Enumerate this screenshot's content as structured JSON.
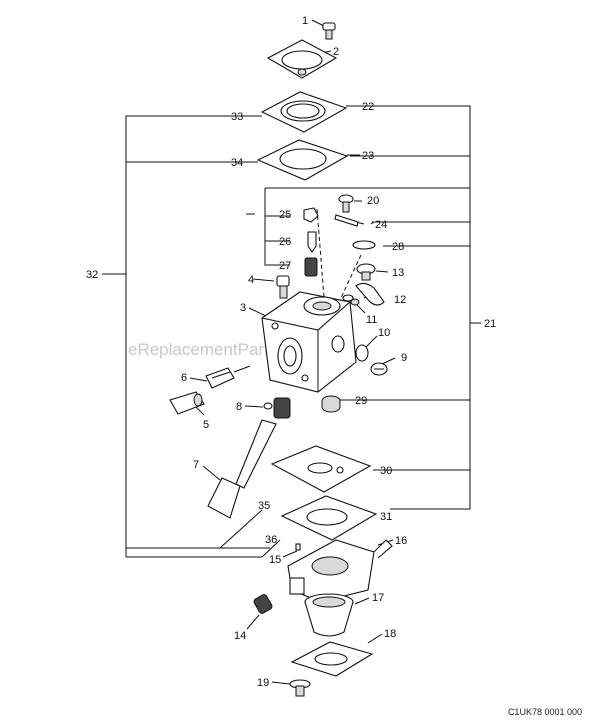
{
  "figure_code": "C1UK78 0001 000",
  "watermark": "eReplacementParts.com",
  "callouts": [
    {
      "id": "1",
      "label": "1"
    },
    {
      "id": "2",
      "label": "2"
    },
    {
      "id": "3",
      "label": "3"
    },
    {
      "id": "4",
      "label": "4"
    },
    {
      "id": "5",
      "label": "5"
    },
    {
      "id": "6",
      "label": "6"
    },
    {
      "id": "7",
      "label": "7"
    },
    {
      "id": "8",
      "label": "8"
    },
    {
      "id": "9",
      "label": "9"
    },
    {
      "id": "10",
      "label": "10"
    },
    {
      "id": "11",
      "label": "11"
    },
    {
      "id": "12",
      "label": "12"
    },
    {
      "id": "13",
      "label": "13"
    },
    {
      "id": "14",
      "label": "14"
    },
    {
      "id": "15",
      "label": "15"
    },
    {
      "id": "16",
      "label": "16"
    },
    {
      "id": "17",
      "label": "17"
    },
    {
      "id": "18",
      "label": "18"
    },
    {
      "id": "19",
      "label": "19"
    },
    {
      "id": "20",
      "label": "20"
    },
    {
      "id": "21",
      "label": "21"
    },
    {
      "id": "22",
      "label": "22"
    },
    {
      "id": "23",
      "label": "23"
    },
    {
      "id": "24",
      "label": "24"
    },
    {
      "id": "25",
      "label": "25"
    },
    {
      "id": "26",
      "label": "26"
    },
    {
      "id": "27",
      "label": "27"
    },
    {
      "id": "28",
      "label": "28"
    },
    {
      "id": "29",
      "label": "29"
    },
    {
      "id": "30",
      "label": "30"
    },
    {
      "id": "31",
      "label": "31"
    },
    {
      "id": "32",
      "label": "32"
    },
    {
      "id": "33",
      "label": "33"
    },
    {
      "id": "34",
      "label": "34"
    },
    {
      "id": "35",
      "label": "35"
    },
    {
      "id": "36",
      "label": "36"
    }
  ]
}
